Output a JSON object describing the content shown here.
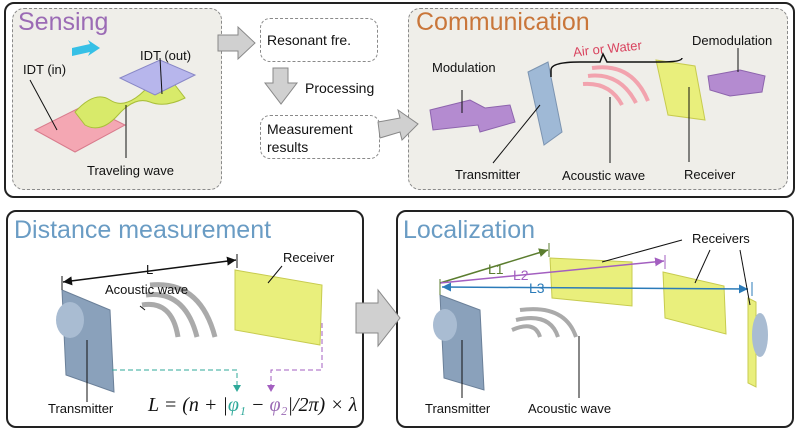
{
  "top": {
    "sensing": {
      "title": "Sensing",
      "labels": {
        "idt_in": "IDT (in)",
        "idt_out": "IDT (out)",
        "traveling_wave": "Traveling wave"
      }
    },
    "flow": {
      "resonant": "Resonant fre.",
      "processing": "Processing",
      "measurement": "Measurement results"
    },
    "communication": {
      "title": "Communication",
      "labels": {
        "modulation": "Modulation",
        "medium": "Air or Water",
        "demodulation": "Demodulation",
        "transmitter": "Transmitter",
        "acoustic_wave": "Acoustic wave",
        "receiver": "Receiver"
      }
    }
  },
  "bottom": {
    "distance": {
      "title": "Distance measurement",
      "labels": {
        "L": "L",
        "receiver": "Receiver",
        "acoustic_wave": "Acoustic wave",
        "transmitter": "Transmitter"
      },
      "formula": {
        "lhs": "L = (n + |",
        "phi1": "φ₁",
        "minus": " − ",
        "phi2": "φ₂",
        "rhs": "|/2π) × λ"
      }
    },
    "localization": {
      "title": "Localization",
      "labels": {
        "L1": "L1",
        "L2": "L2",
        "L3": "L3",
        "receivers": "Receivers",
        "transmitter": "Transmitter",
        "acoustic_wave": "Acoustic wave"
      }
    }
  },
  "colors": {
    "sensing_title": "#9b6bb5",
    "communication_title": "#c9763a",
    "bottom_title": "#6a9cc4",
    "medium": "#d9445f",
    "phi1": "#2fa99a",
    "phi2": "#9b6bb5",
    "L1": "#5b7d2f",
    "L2": "#a35fc0",
    "L3": "#2b7bb9"
  }
}
